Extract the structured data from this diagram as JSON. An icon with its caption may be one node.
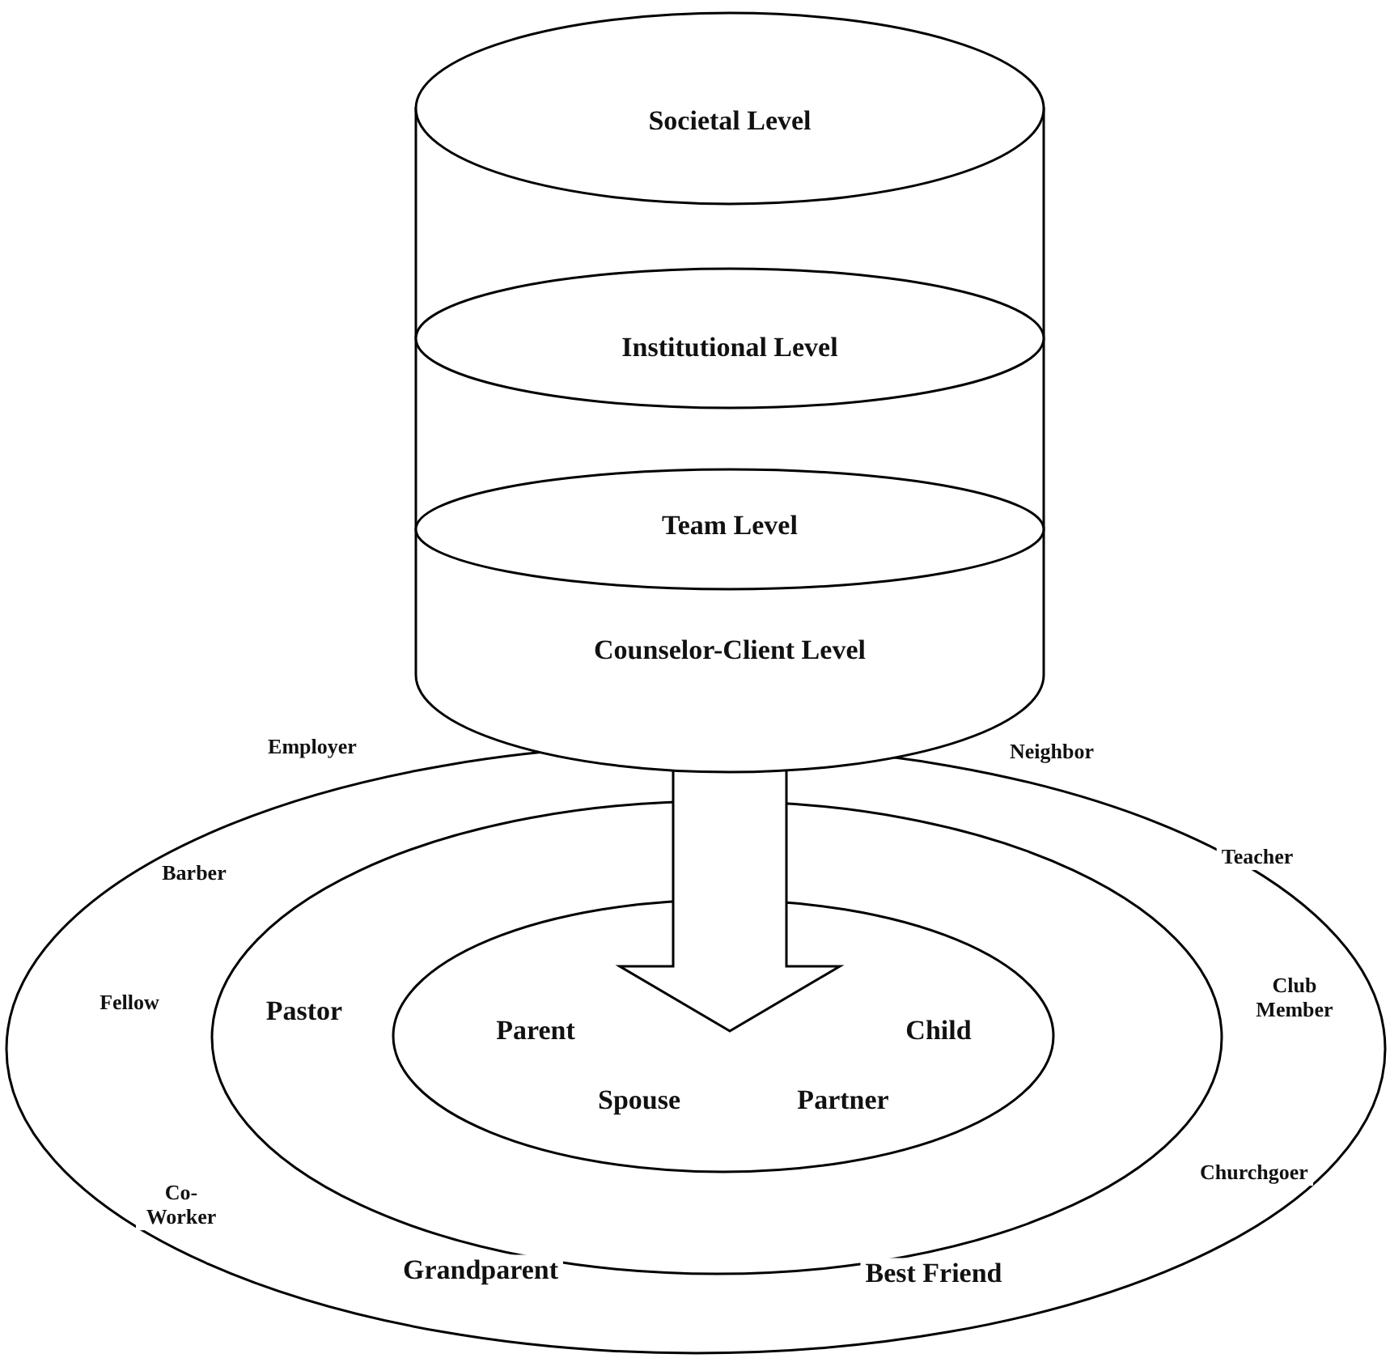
{
  "diagram": {
    "nodes": [
      {
        "text": [
          "Societal Level",
          "Institutional Level",
          "Team Level",
          "Counselor-Client Level"
        ]
      },
      {
        "text": [
          "Employer",
          "Neighbor",
          "Barber",
          "Teacher",
          "Fellow",
          "Club Member",
          "Co-Worker",
          "Churchgoer"
        ]
      },
      {
        "text": [
          "Pastor",
          "Grandparent",
          "Best Friend"
        ],
        "in": 1
      },
      {
        "text": [
          "Parent",
          "Child",
          "Spouse",
          "Partner"
        ],
        "in": 2
      }
    ],
    "edges": [
      {
        "from": 0,
        "to": 3,
        "arrow": "to",
        "style": "thick"
      }
    ]
  }
}
